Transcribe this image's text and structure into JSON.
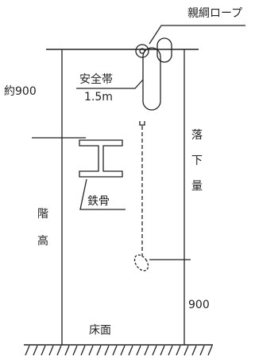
{
  "labels": {
    "rope": "親綱ロープ",
    "harness_1": "安全帯",
    "harness_2": "1.5m",
    "height_top": "約900",
    "beam": "鉄骨",
    "floor_height_1": "階",
    "floor_height_2": "高",
    "fall_1": "落",
    "fall_2": "下",
    "fall_3": "量",
    "bottom_dim": "900",
    "floor": "床面"
  },
  "colors": {
    "line": "#222222",
    "background": "#ffffff"
  },
  "icons": [
    "carabiner-icon",
    "i-beam-icon",
    "dummy-icon",
    "hook-icon"
  ]
}
